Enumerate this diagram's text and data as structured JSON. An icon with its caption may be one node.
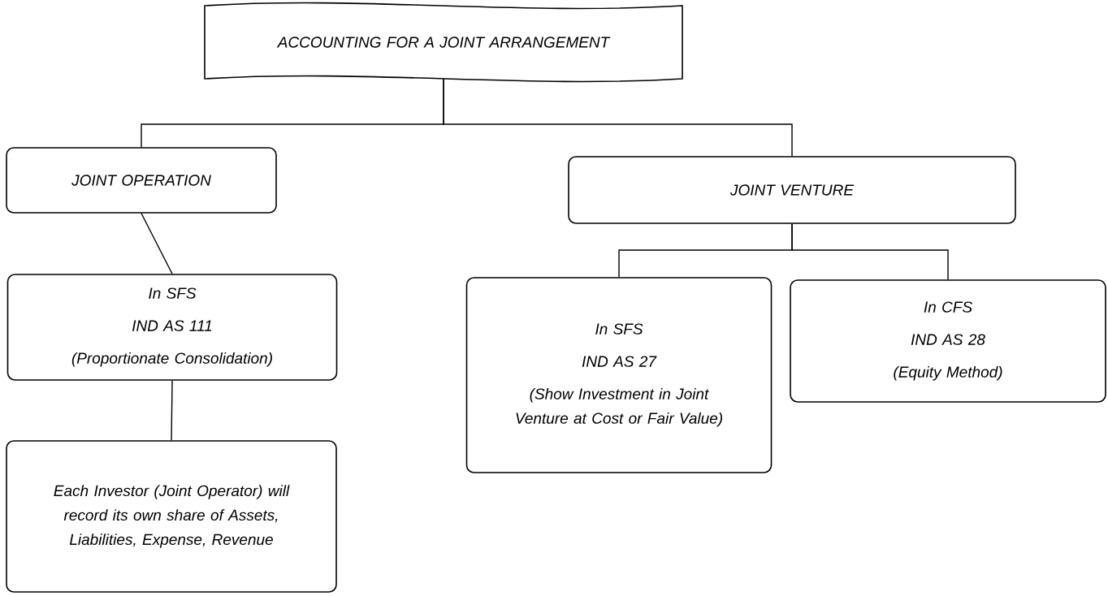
{
  "diagram": {
    "nodes": [
      {
        "text": [
          "ACCOUNTING FOR A JOINT ARRANGEMENT"
        ]
      },
      {
        "text": [
          "JOINT OPERATION"
        ]
      },
      {
        "text": [
          "JOINT VENTURE"
        ]
      },
      {
        "text": [
          "In SFS",
          "IND AS 111",
          "(Proportionate Consolidation)"
        ]
      },
      {
        "text": [
          "Each Investor (Joint Operator) will record its own share of Assets, Liabilities, Expense, Revenue"
        ]
      },
      {
        "text": [
          "In SFS",
          "IND AS 27",
          "(Show Investment in Joint Venture at Cost or Fair Value)"
        ]
      },
      {
        "text": [
          "In CFS",
          "IND AS 28",
          "(Equity Method)"
        ]
      }
    ],
    "edges": [
      {
        "from": 0,
        "to": 1,
        "arrow": "none"
      },
      {
        "from": 0,
        "to": 2,
        "arrow": "none"
      },
      {
        "from": 1,
        "to": 3,
        "arrow": "none"
      },
      {
        "from": 3,
        "to": 4,
        "arrow": "none"
      },
      {
        "from": 2,
        "to": 5,
        "arrow": "none"
      },
      {
        "from": 2,
        "to": 6,
        "arrow": "none"
      }
    ]
  }
}
